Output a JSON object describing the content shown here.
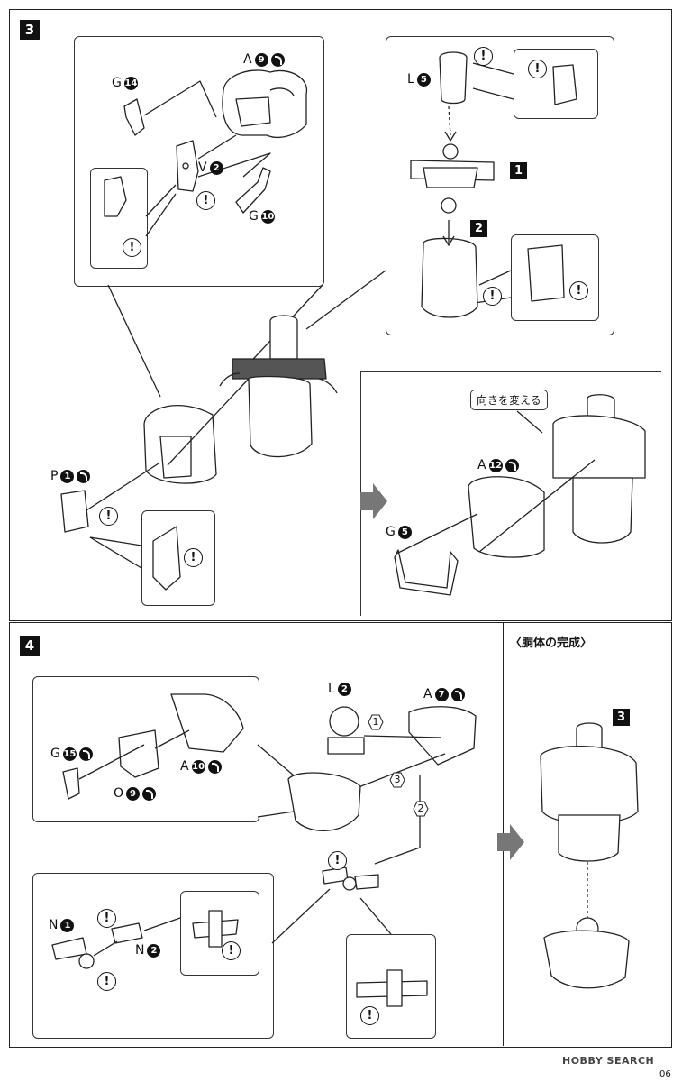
{
  "steps": {
    "s3": "3",
    "s4": "4",
    "sub1": "1",
    "sub2": "2",
    "final_ref": "3"
  },
  "labels": {
    "g14_letter": "G",
    "g14_num": "14",
    "a9_letter": "A",
    "a9_num": "9",
    "v2_letter": "V",
    "v2_num": "2",
    "g10_letter": "G",
    "g10_num": "10",
    "l5_letter": "L",
    "l5_num": "5",
    "p1_letter": "P",
    "p1_num": "1",
    "a12_letter": "A",
    "a12_num": "12",
    "g5_letter": "G",
    "g5_num": "5",
    "l2_letter": "L",
    "l2_num": "2",
    "a7_letter": "A",
    "a7_num": "7",
    "g15_letter": "G",
    "g15_num": "15",
    "a10_letter": "A",
    "a10_num": "10",
    "o9_letter": "O",
    "o9_num": "9",
    "n1_letter": "N",
    "n1_num": "1",
    "n2_letter": "N",
    "n2_num": "2"
  },
  "callouts": {
    "rotate": "向きを変える"
  },
  "order_marks": [
    "1",
    "2",
    "3"
  ],
  "warning_glyph": "!",
  "section_title": "〈胴体の完成〉",
  "page_number": "06",
  "watermark": "HOBBY SEARCH",
  "icons": {
    "twist": "twist-cut-icon",
    "warning": "warning-icon",
    "arrow": "next-arrow-icon"
  }
}
